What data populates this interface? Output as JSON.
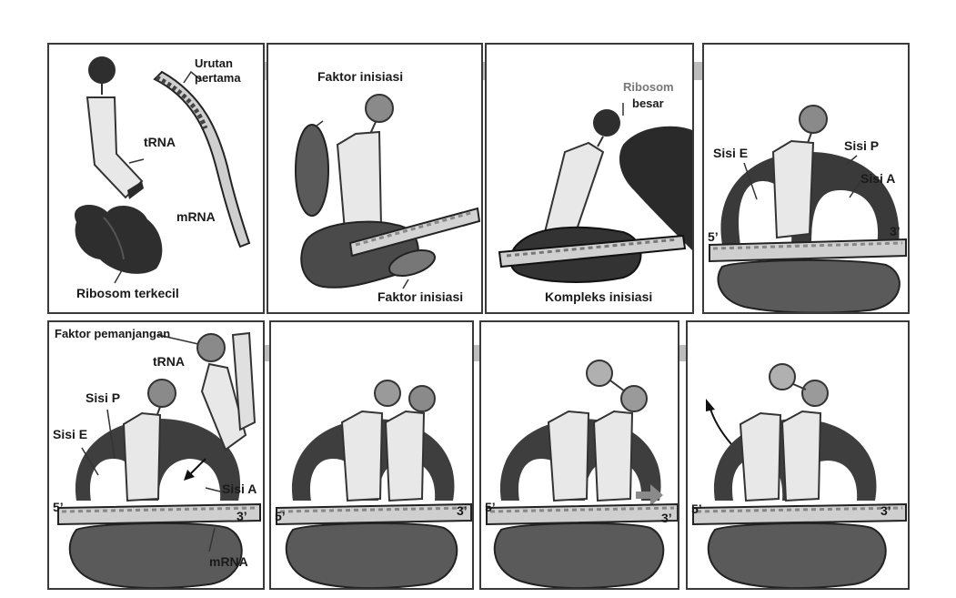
{
  "panels": [
    {
      "id": 1,
      "labels": {
        "first_sequence_line1": "Urutan",
        "first_sequence_line2": "pertama",
        "trna": "tRNA",
        "mrna": "mRNA",
        "small_ribosome": "Ribosom terkecil"
      }
    },
    {
      "id": 2,
      "labels": {
        "initiation_factor_top": "Faktor inisiasi",
        "initiation_factor_bottom": "Faktor inisiasi"
      }
    },
    {
      "id": 3,
      "labels": {
        "large_ribosome_line1": "Ribosom",
        "large_ribosome_line2": "besar",
        "initiation_complex": "Kompleks inisiasi"
      }
    },
    {
      "id": 4,
      "labels": {
        "e_site": "Sisi E",
        "p_site": "Sisi P",
        "a_site": "Sisi A",
        "five_prime": "5’",
        "three_prime": "3’"
      }
    },
    {
      "id": 5,
      "labels": {
        "elongation_factor": "Faktor pemanjangan",
        "trna": "tRNA",
        "p_site": "Sisi P",
        "e_site": "Sisi E",
        "a_site": "Sisi A",
        "five_prime": "5’",
        "three_prime": "3’",
        "mrna": "mRNA"
      }
    },
    {
      "id": 6,
      "labels": {
        "five_prime": "5’",
        "three_prime": "3’"
      }
    },
    {
      "id": 7,
      "labels": {
        "five_prime": "5’",
        "three_prime": "3’"
      }
    },
    {
      "id": 8,
      "labels": {
        "five_prime": "5’",
        "three_prime": "3’"
      }
    }
  ],
  "colors": {
    "arrow": "#bdbdbd",
    "ribosome_dark": "#3c3c3c",
    "ribosome_mid": "#5c5c5c",
    "trna": "#e6e6e6",
    "mrna": "#c8c8c8",
    "amino_acid": "#8a8a8a"
  }
}
